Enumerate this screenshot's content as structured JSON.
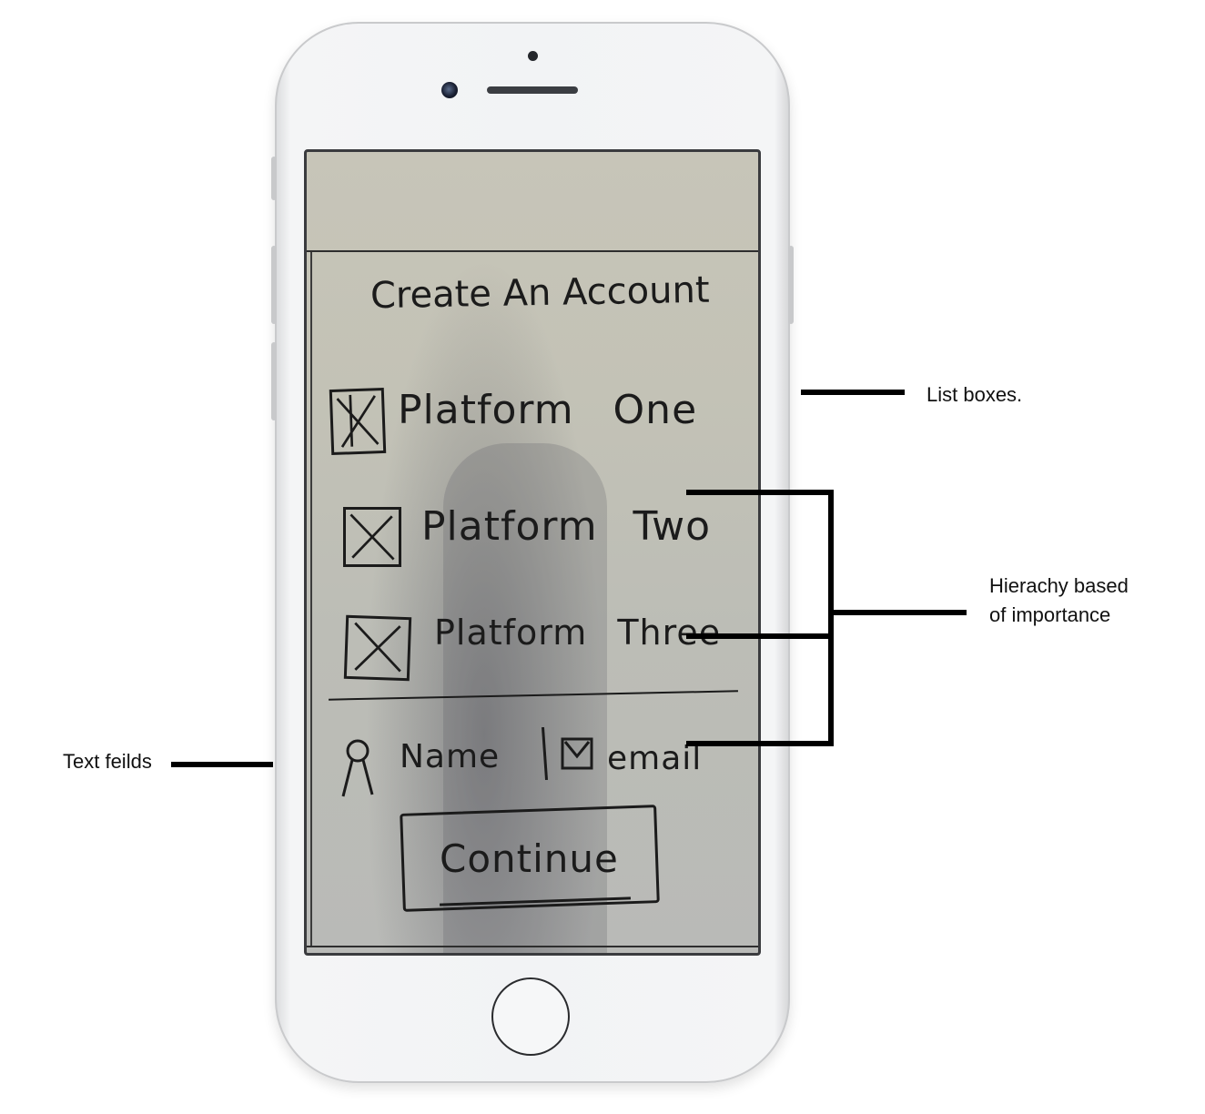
{
  "sketch": {
    "title": "Create An Account",
    "options": [
      {
        "label": "Platform One",
        "checked": true
      },
      {
        "label": "Platform Two",
        "checked": true
      },
      {
        "label": "Platform Three",
        "checked": true
      }
    ],
    "fields": {
      "name_label": "Name",
      "email_label": "email"
    },
    "continue_label": "Continue"
  },
  "annotations": {
    "list_boxes": "List boxes.",
    "hierarchy_line1": "Hierachy based",
    "hierarchy_line2": "of importance",
    "text_fields": "Text feilds"
  },
  "icons": {
    "person": "person-icon",
    "envelope": "envelope-icon",
    "checkbox": "checked-box-icon"
  }
}
